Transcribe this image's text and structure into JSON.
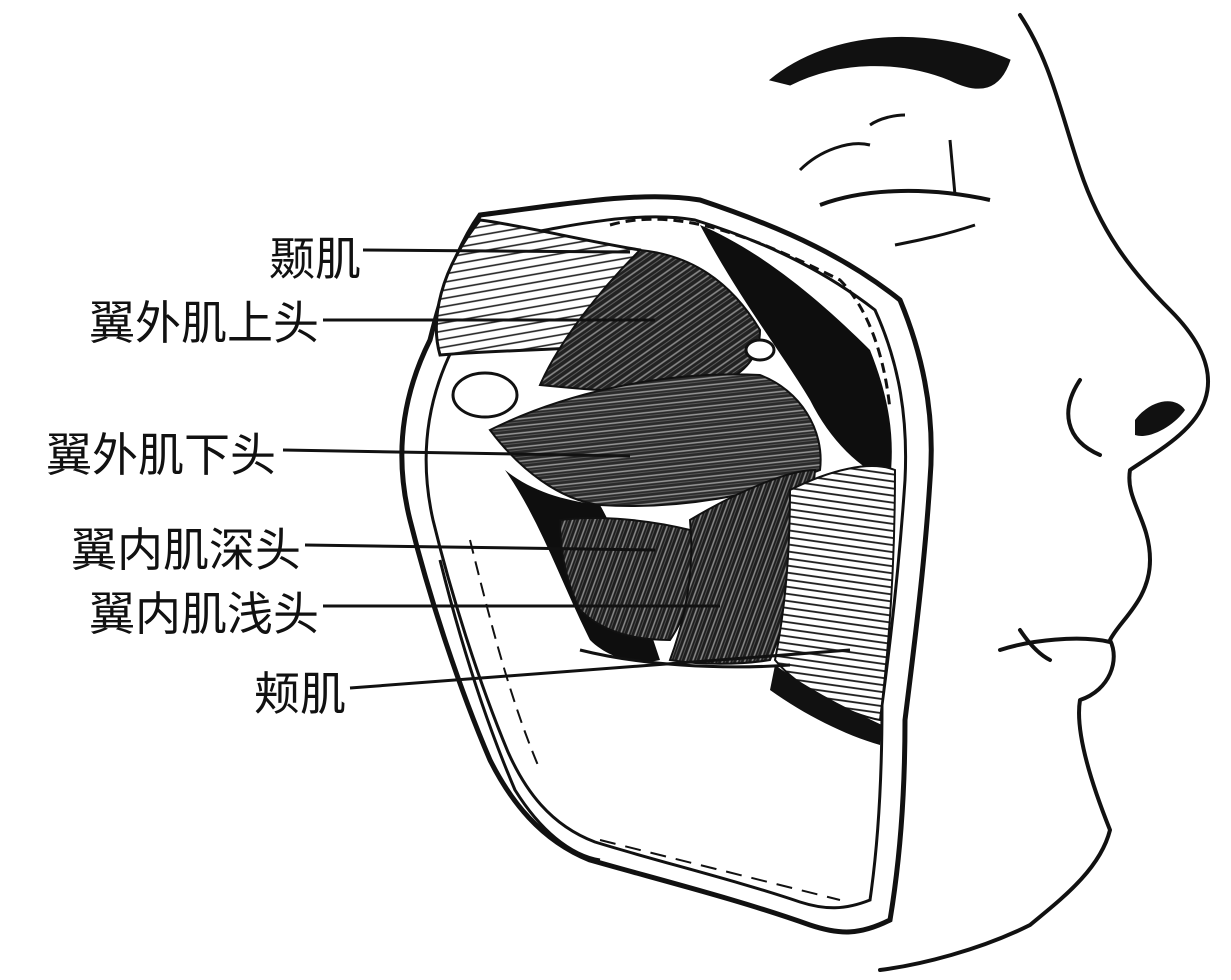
{
  "figure": {
    "labels": [
      {
        "id": "temporalis",
        "text": "颞肌"
      },
      {
        "id": "lateral-pterygoid-upper-head",
        "text": "翼外肌上头"
      },
      {
        "id": "lateral-pterygoid-lower-head",
        "text": "翼外肌下头"
      },
      {
        "id": "medial-pterygoid-deep-head",
        "text": "翼内肌深头"
      },
      {
        "id": "medial-pterygoid-superficial-head",
        "text": "翼内肌浅头"
      },
      {
        "id": "buccinator",
        "text": "颊肌"
      }
    ]
  }
}
